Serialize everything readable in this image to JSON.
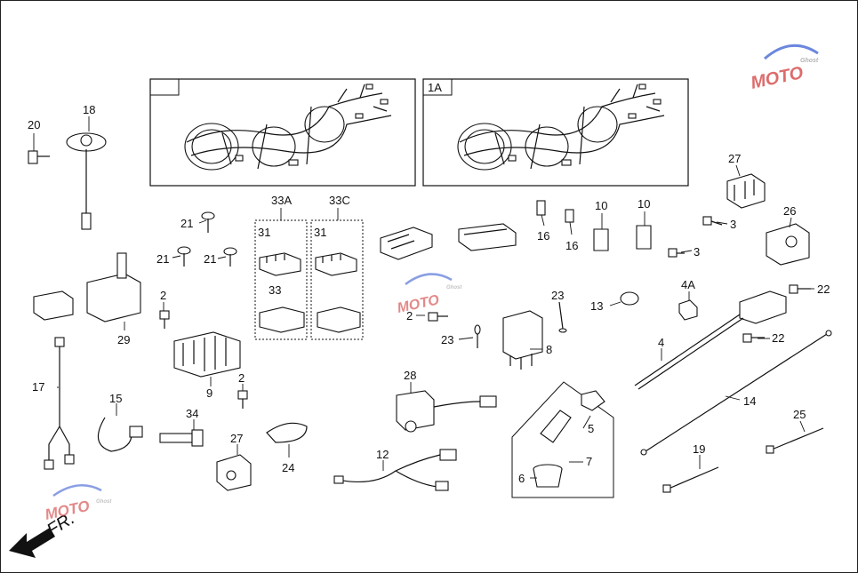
{
  "diagram": {
    "group_boxes": [
      {
        "id": "1",
        "label": ""
      },
      {
        "id": "1A",
        "label": "1A"
      },
      {
        "id": "33A",
        "label": "33A"
      },
      {
        "id": "33C",
        "label": "33C"
      }
    ],
    "callouts": {
      "c20": "20",
      "c18": "18",
      "c21a": "21",
      "c21b": "21",
      "c21c": "21",
      "c31a": "31",
      "c31b": "31",
      "c33a": "33",
      "c16a": "16",
      "c16b": "16",
      "c10a": "10",
      "c10b": "10",
      "c3a": "3",
      "c3b": "3",
      "c27a": "27",
      "c26": "26",
      "c2a": "2",
      "c2b": "2",
      "c2c": "2",
      "c29": "29",
      "c23a": "23",
      "c23b": "23",
      "c8": "8",
      "c13": "13",
      "c4A": "4A",
      "c22a": "22",
      "c22b": "22",
      "c4": "4",
      "c17": "17",
      "c9": "9",
      "c15": "15",
      "c34": "34",
      "c27b": "27",
      "c24": "24",
      "c28": "28",
      "c12": "12",
      "c5": "5",
      "c7": "7",
      "c6": "6",
      "c14": "14",
      "c25": "25",
      "c19": "19"
    },
    "direction_label": "FR.",
    "watermark_text": "MOTO",
    "watermark_sub": "Ghost",
    "colors": {
      "line": "#111111",
      "watermark_red": "#d23b3b",
      "watermark_blue": "#3b5fd2",
      "watermark_gray": "#9a9a9a"
    }
  }
}
